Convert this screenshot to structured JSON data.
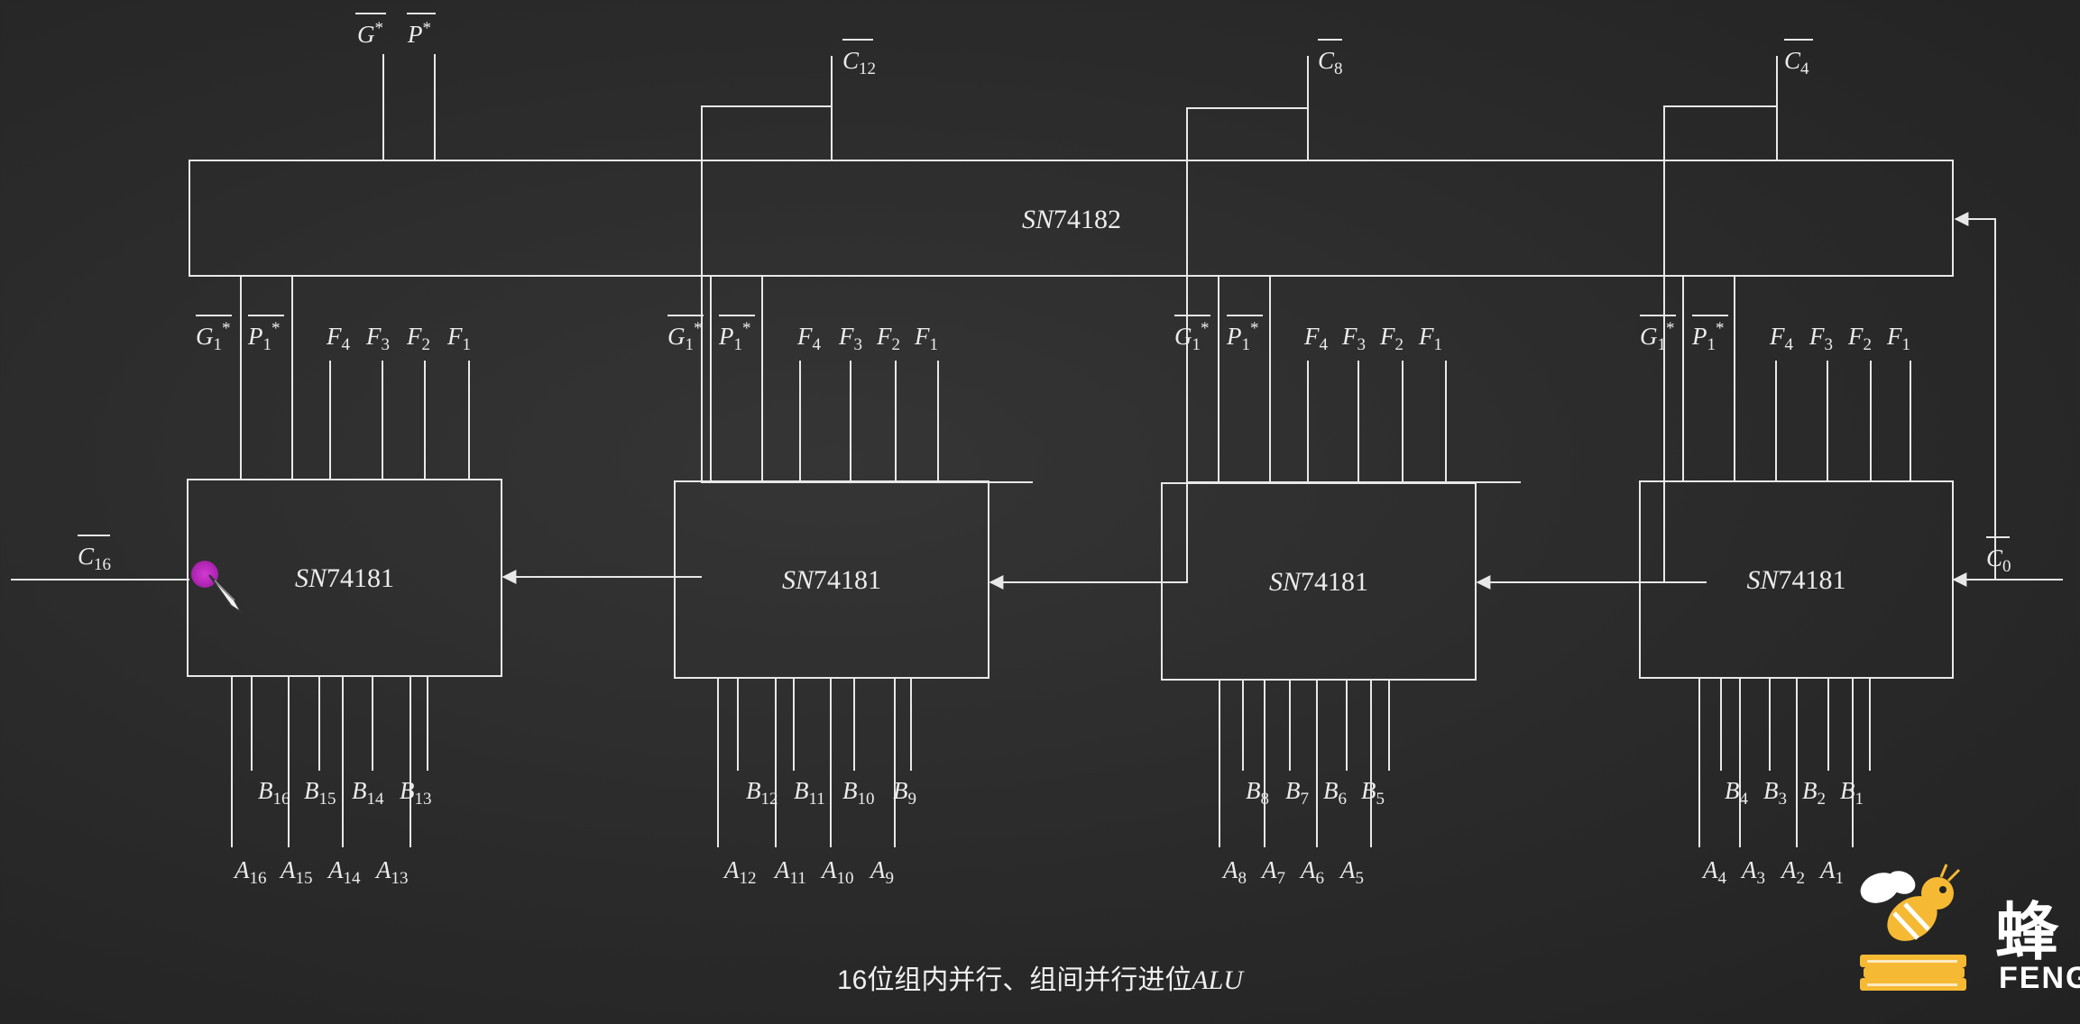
{
  "title": "16位组内并行、组间并行进位ALU",
  "title_parts": {
    "cn": "16位组内并行、组间并行进位",
    "en": "ALU"
  },
  "cla_chip": {
    "label_prefix": "SN",
    "label_num": "74182"
  },
  "alu_chips": [
    {
      "label_prefix": "SN",
      "label_num": "74181",
      "id": "4"
    },
    {
      "label_prefix": "SN",
      "label_num": "74181",
      "id": "3"
    },
    {
      "label_prefix": "SN",
      "label_num": "74181",
      "id": "2"
    },
    {
      "label_prefix": "SN",
      "label_num": "74181",
      "id": "1"
    }
  ],
  "top_outputs": {
    "g": "G",
    "p": "P",
    "star": "*"
  },
  "carries": [
    {
      "letter": "C",
      "sub": "12"
    },
    {
      "letter": "C",
      "sub": "8"
    },
    {
      "letter": "C",
      "sub": "4"
    }
  ],
  "c16": {
    "letter": "C",
    "sub": "16"
  },
  "c0": {
    "letter": "C",
    "sub": "0"
  },
  "gp_labels": {
    "g": "G",
    "p": "P",
    "sub": "1",
    "star": "*"
  },
  "f_labels": [
    {
      "letter": "F",
      "sub": "4"
    },
    {
      "letter": "F",
      "sub": "3"
    },
    {
      "letter": "F",
      "sub": "2"
    },
    {
      "letter": "F",
      "sub": "1"
    }
  ],
  "b_labels": [
    [
      "16",
      "15",
      "14",
      "13"
    ],
    [
      "12",
      "11",
      "10",
      "9"
    ],
    [
      "8",
      "7",
      "6",
      "5"
    ],
    [
      "4",
      "3",
      "2",
      "1"
    ]
  ],
  "a_labels": [
    [
      "16",
      "15",
      "14",
      "13"
    ],
    [
      "12",
      "11",
      "10",
      "9"
    ],
    [
      "8",
      "7",
      "6",
      "5"
    ],
    [
      "4",
      "3",
      "2",
      "1"
    ]
  ],
  "letters": {
    "a": "A",
    "b": "B"
  },
  "logo": {
    "cn": "蜂",
    "en": "FENG",
    "icon": "bee-on-books-icon"
  },
  "colors": {
    "board": "#2b2b2b",
    "chalk": "#e8e8e8",
    "cursor": "#c030c4",
    "logo_yellow": "#f5b933"
  }
}
